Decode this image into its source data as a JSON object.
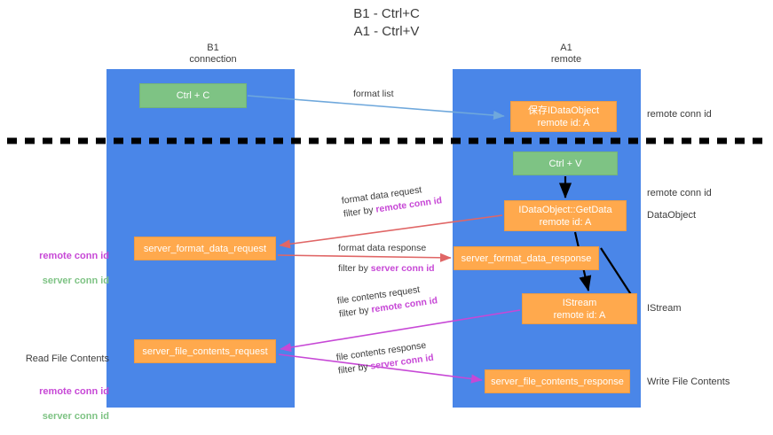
{
  "title": "B1 - Ctrl+C\nA1 - Ctrl+V",
  "columns": {
    "left": {
      "name": "B1",
      "role": "connection",
      "caption": "B1\nconnection"
    },
    "right": {
      "name": "A1",
      "role": "remote",
      "caption": "A1\nremote"
    }
  },
  "colors": {
    "lane": "#4a86e8",
    "node_green": "#7ec384",
    "node_orange": "#ffa94d",
    "remote_conn_id": "#c748d6",
    "server_conn_id": "#7ec384",
    "arrow_format_list": "#6fa8dc",
    "arrow_format_data": "#e06666",
    "arrow_file_contents": "#c748d6",
    "arrow_black": "#000000",
    "text": "#3c3c3c"
  },
  "nodes": {
    "ctrl_c": {
      "label": "Ctrl + C",
      "kind": "green"
    },
    "save_dataobject": {
      "line1": "保存IDataObject",
      "line2": "remote id: A",
      "kind": "orange"
    },
    "ctrl_v": {
      "label": "Ctrl + V",
      "kind": "green"
    },
    "getdata": {
      "line1": "IDataObject::GetData",
      "line2": "remote id: A",
      "kind": "orange"
    },
    "server_format_data_request": {
      "label": "server_format_data_request",
      "kind": "orange"
    },
    "server_format_data_response": {
      "label": "server_format_data_response",
      "kind": "orange"
    },
    "istream": {
      "line1": "IStream",
      "line2": "remote id: A",
      "kind": "orange"
    },
    "server_file_contents_request": {
      "label": "server_file_contents_request",
      "kind": "orange"
    },
    "server_file_contents_response": {
      "label": "server_file_contents_response",
      "kind": "orange"
    }
  },
  "edges": {
    "format_list": {
      "line1": "format list",
      "line2": "",
      "filter_by": ""
    },
    "format_data_request": {
      "line1": "format data request",
      "filter_prefix": "filter by ",
      "filter_key": "remote conn id"
    },
    "format_data_response": {
      "line1": "format data response",
      "filter_prefix": "filter by ",
      "filter_key": "server conn id"
    },
    "file_contents_request": {
      "line1": "file contents request",
      "filter_prefix": "filter by ",
      "filter_key": "remote conn id"
    },
    "file_contents_response": {
      "line1": "file contents response",
      "filter_prefix": "filter by ",
      "filter_key": "server conn id"
    }
  },
  "annotations": {
    "left_conn": {
      "remote": "remote conn id",
      "server": "server conn id"
    },
    "left_read": {
      "heading": "Read File Contents",
      "remote": "remote conn id",
      "server": "server conn id"
    },
    "right_remote_top": "remote conn id",
    "right_remote_mid": "remote conn id",
    "right_dataobject": "DataObject",
    "right_istream": "IStream",
    "right_write_file": "Write File Contents"
  }
}
